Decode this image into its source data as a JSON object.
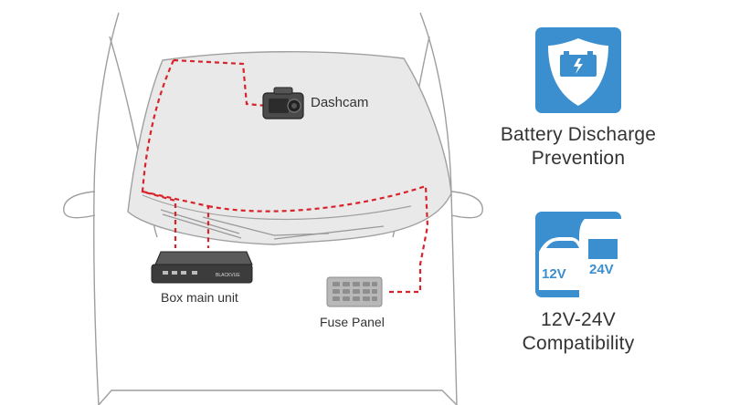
{
  "diagram": {
    "labels": {
      "dashcam": "Dashcam",
      "box_main_unit": "Box main unit",
      "fuse_panel": "Fuse Panel"
    },
    "box_brand": "BLACKVUE",
    "cable_color": "#d8232a"
  },
  "features": [
    {
      "icon": "shield-battery-icon",
      "title_line1": "Battery Discharge",
      "title_line2": "Prevention"
    },
    {
      "icon": "car-truck-voltage-icon",
      "badge_left": "12V",
      "badge_right": "24V",
      "title_line1": "12V-24V",
      "title_line2": "Compatibility"
    }
  ],
  "colors": {
    "accent_blue": "#3b8fcf",
    "car_outline": "#9a9a9a",
    "windshield": "#e9e9e9",
    "text": "#333333"
  }
}
